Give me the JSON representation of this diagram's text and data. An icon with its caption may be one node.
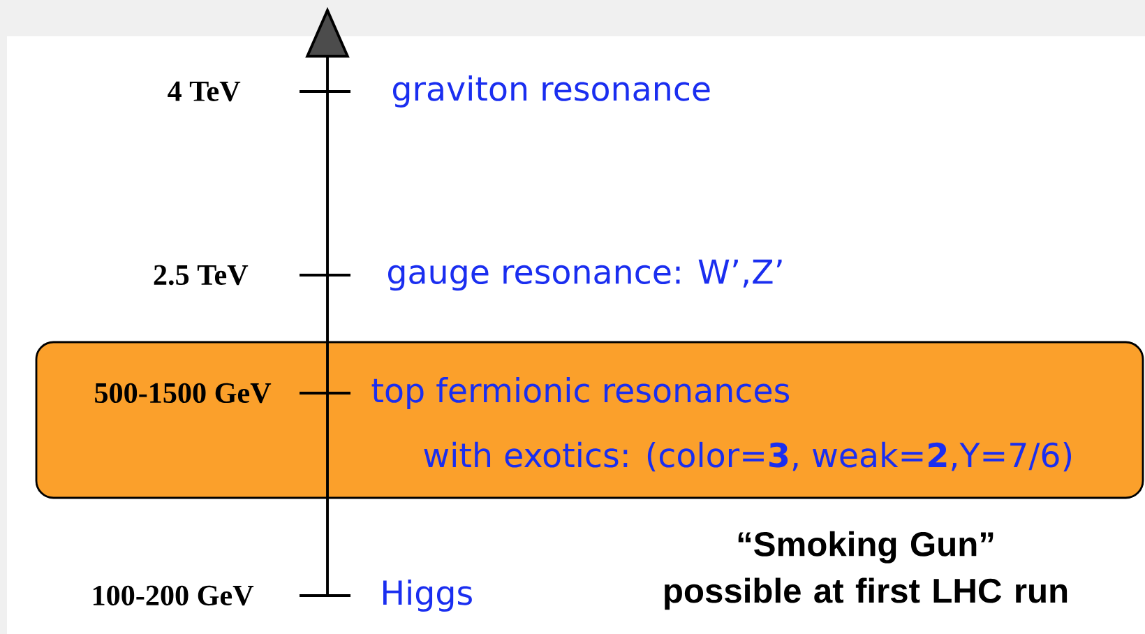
{
  "diagram": {
    "nodes": [
      {
        "text": [
          "top fermionic resonances",
          "with exotics: (color=**3**, weak=**2**,Y=7/6)"
        ]
      }
    ],
    "labels": [
      "4 TeV",
      "graviton resonance",
      "2.5 TeV",
      "gauge resonance: W’,Z’",
      "500-1500 GeV",
      "100-200 GeV",
      "Higgs",
      "“Smoking Gun” possible at first LHC run"
    ]
  }
}
